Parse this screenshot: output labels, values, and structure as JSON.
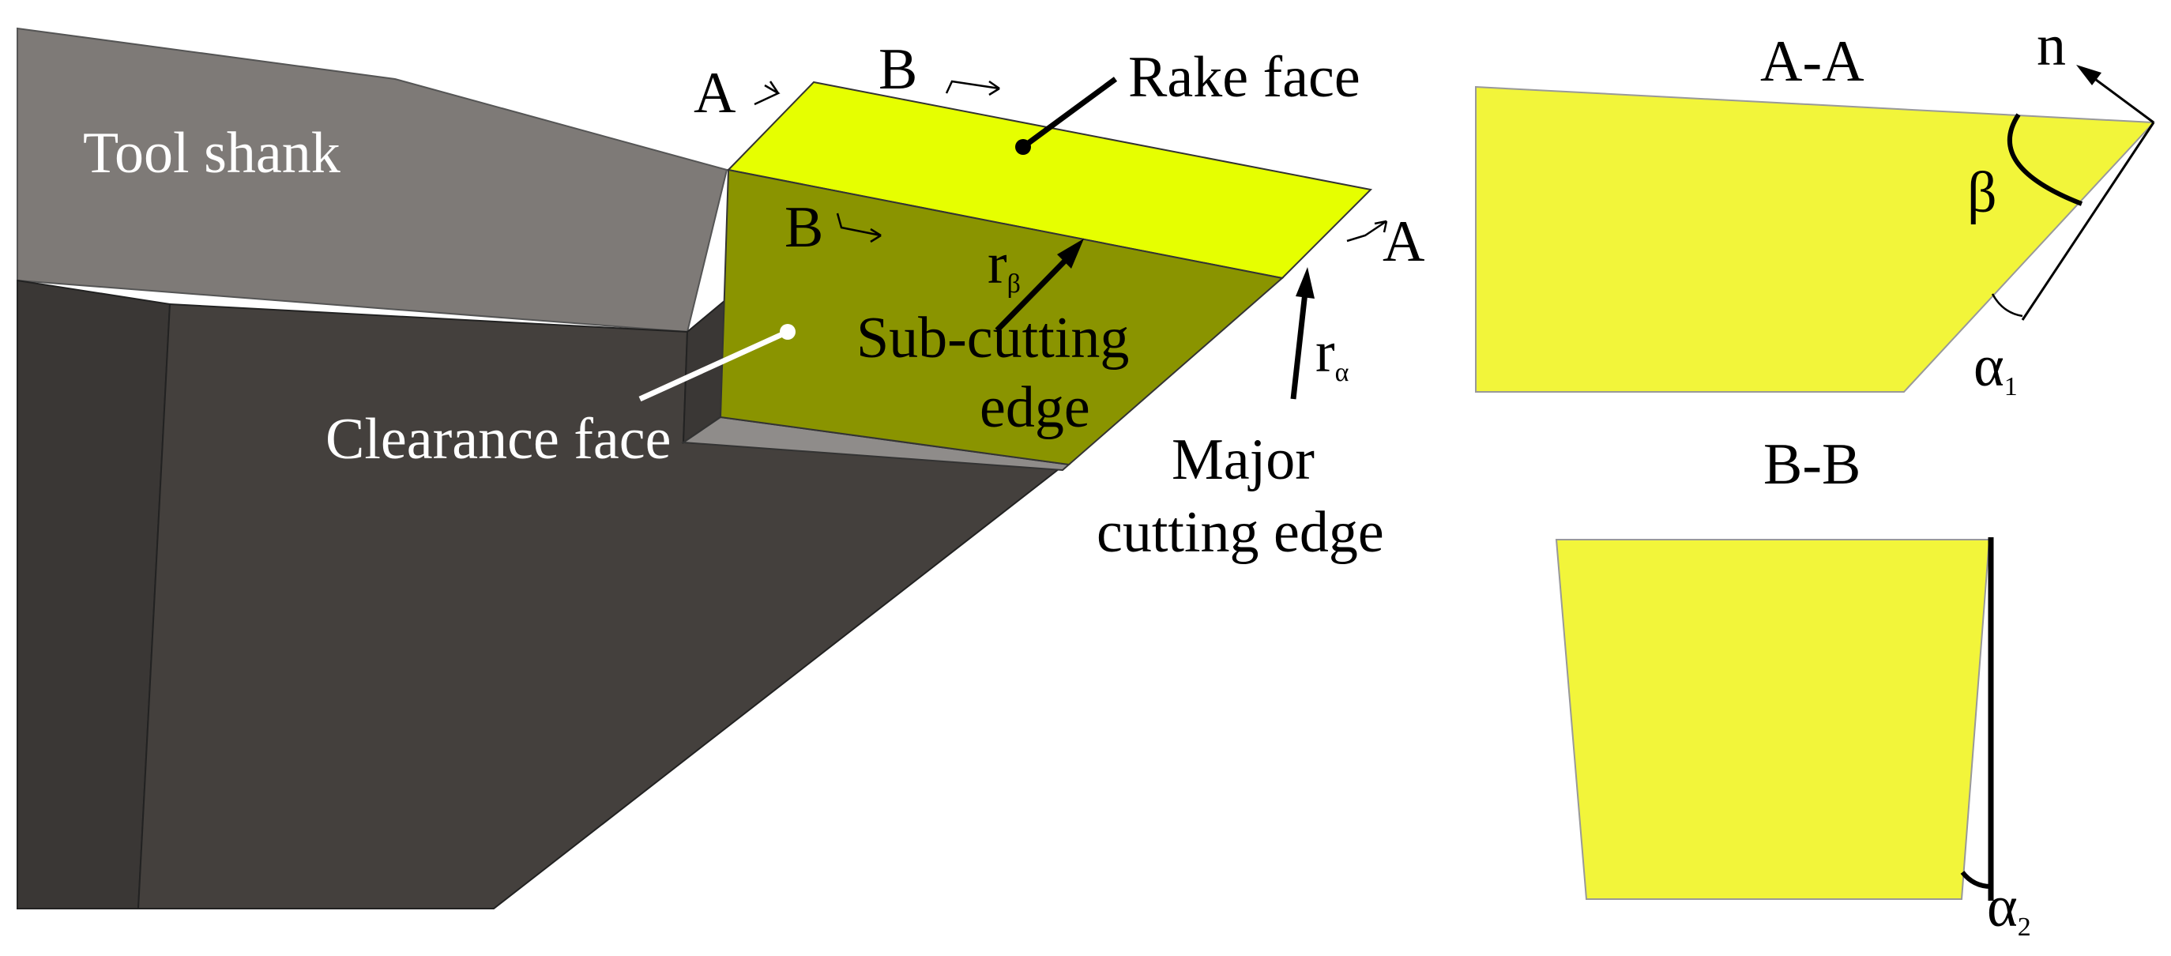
{
  "colors": {
    "rake": "#e6ff00",
    "clearance": "#8a9400",
    "section": "#f2f53a",
    "shank_top": "#7e7a77",
    "shank_side": "#44403d",
    "shank_dark": "#3a3735",
    "ledge": "#8f8c8a",
    "line": "#000000"
  },
  "labels": {
    "tool_shank": "Tool shank",
    "rake_face": "Rake face",
    "clearance_face": "Clearance face",
    "sub_cutting_edge_1": "Sub-cutting",
    "sub_cutting_edge_2": "edge",
    "major_cutting_edge_1": "Major",
    "major_cutting_edge_2": "cutting edge",
    "section_a": "A",
    "section_b": "B",
    "r_beta_main": "r",
    "r_beta_sub": "β",
    "r_alpha_main": "r",
    "r_alpha_sub": "α"
  },
  "section_aa": {
    "title": "A-A",
    "normal": "n",
    "beta": "β",
    "alpha1_main": "α",
    "alpha1_sub": "1"
  },
  "section_bb": {
    "title": "B-B",
    "alpha2_main": "α",
    "alpha2_sub": "2"
  }
}
